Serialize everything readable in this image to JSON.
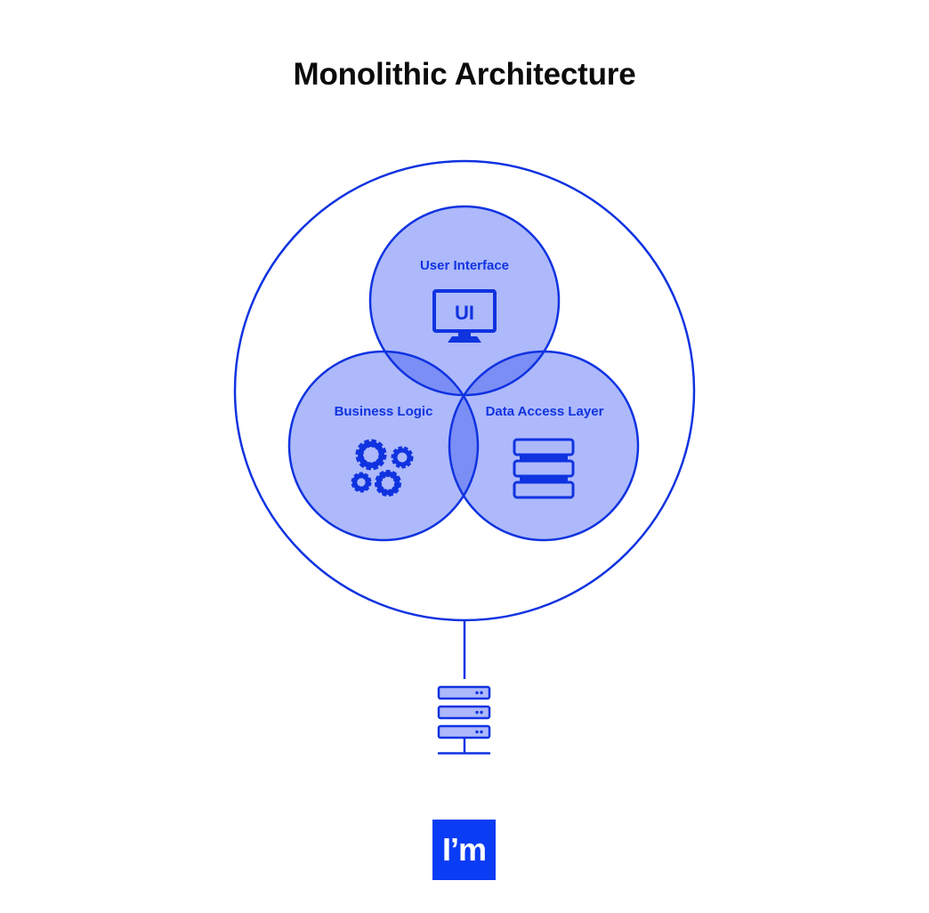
{
  "title": "Monolithic Architecture",
  "colors": {
    "accent": "#1033e0",
    "fill": "#adb9fb",
    "overlap": "#7b8ef5",
    "title": "#0b0b0b",
    "logo_bg": "#0a3cf5"
  },
  "components": {
    "user_interface": {
      "label": "User Interface",
      "icon": "monitor-icon",
      "icon_text": "UI"
    },
    "business_logic": {
      "label": "Business Logic",
      "icon": "gears-icon"
    },
    "data_access_layer": {
      "label": "Data Access Layer",
      "icon": "database-stack-icon"
    }
  },
  "database": {
    "icon": "server-rack-icon"
  },
  "logo": {
    "text": "I’m"
  }
}
